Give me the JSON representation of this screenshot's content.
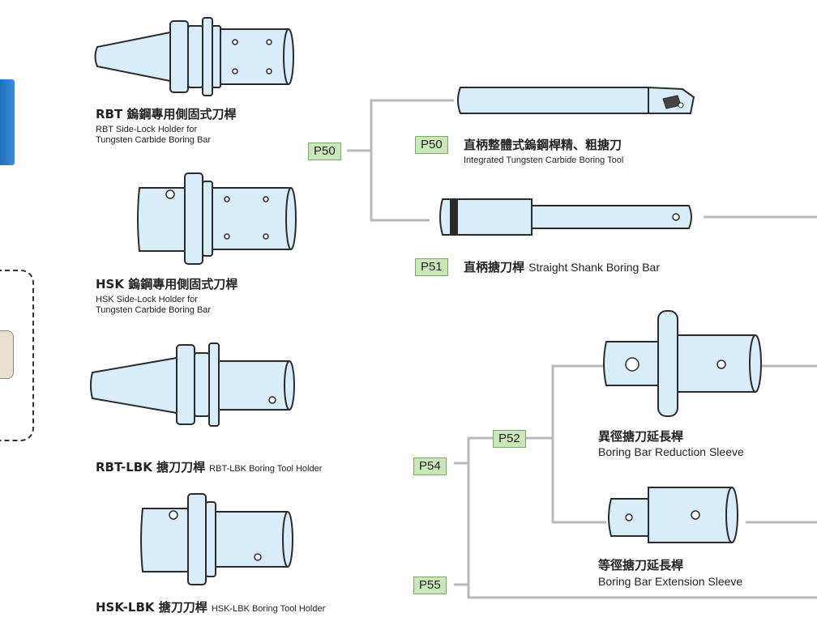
{
  "items": {
    "rbt_side_lock": {
      "zh": "RBT 鎢鋼專用側固式刀桿",
      "en1": "RBT Side-Lock Holder for",
      "en2": "Tungsten Carbide Boring Bar"
    },
    "hsk_side_lock": {
      "zh": "HSK 鎢鋼專用側固式刀桿",
      "en1": "HSK Side-Lock Holder for",
      "en2": "Tungsten Carbide Boring Bar"
    },
    "rbt_lbk": {
      "zh": "RBT-LBK 搪刀刀桿",
      "en": "RBT-LBK Boring Tool Holder"
    },
    "hsk_lbk": {
      "zh": "HSK-LBK 搪刀刀桿",
      "en": "HSK-LBK Boring Tool Holder"
    },
    "integrated_boring_tool": {
      "zh": "直柄整體式鎢鋼桿精、粗搪刀",
      "en": "Integrated Tungsten Carbide Boring Tool"
    },
    "straight_shank": {
      "zh": "直柄搪刀桿",
      "en": "Straight Shank Boring Bar"
    },
    "reduction_sleeve": {
      "zh": "異徑搪刀延長桿",
      "en": "Boring Bar Reduction Sleeve"
    },
    "extension_sleeve": {
      "zh": "等徑搪刀延長桿",
      "en": "Boring Bar Extension Sleeve"
    }
  },
  "page_tags": {
    "p50_left": "P50",
    "p50_right": "P50",
    "p51": "P51",
    "p52": "P52",
    "p54": "P54",
    "p55": "P55"
  },
  "colors": {
    "tool_fill": "#d9ecf9",
    "tool_stroke": "#2b2b2b",
    "tag_fill": "#c9e7b8",
    "line": "#b9b9b9",
    "accent_blue": "#1f6fb8"
  }
}
